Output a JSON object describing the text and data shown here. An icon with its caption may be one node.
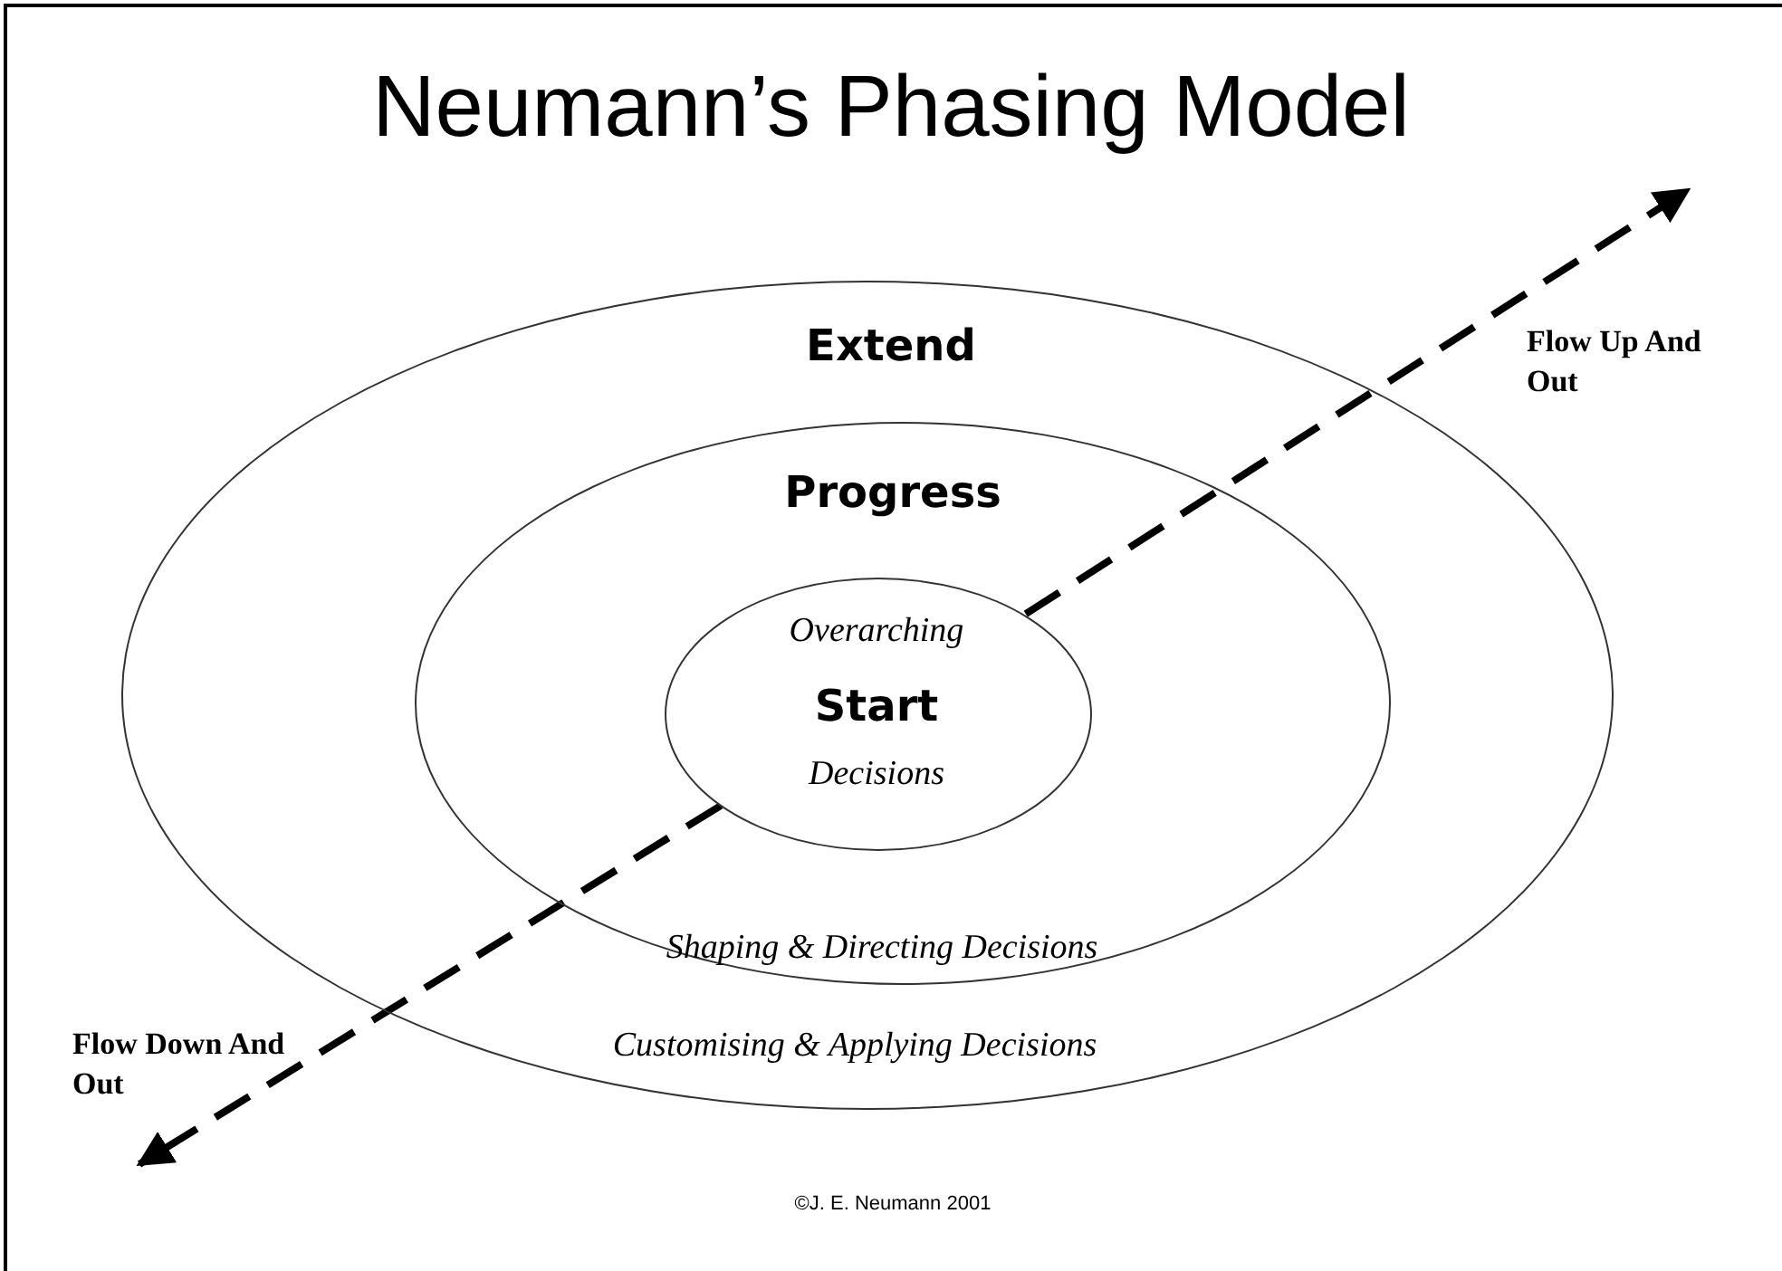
{
  "diagram": {
    "title": "Neumann’s Phasing Model",
    "nodes": [
      {
        "text": [
          "Extend",
          "Customising & Applying Decisions"
        ]
      },
      {
        "text": [
          "Progress",
          "Shaping & Directing Decisions"
        ],
        "in": 0
      },
      {
        "text": [
          "Overarching",
          "Start",
          "Decisions"
        ],
        "in": 1
      }
    ],
    "edges": [
      {
        "from": 2,
        "to": null,
        "arrow": "to",
        "style": "dashed"
      },
      {
        "from": 2,
        "to": null,
        "arrow": "to",
        "style": "dashed"
      }
    ],
    "labels": [
      "Flow Up And Out",
      "Flow Down And Out"
    ],
    "caption": "©J. E. Neumann 2001"
  }
}
